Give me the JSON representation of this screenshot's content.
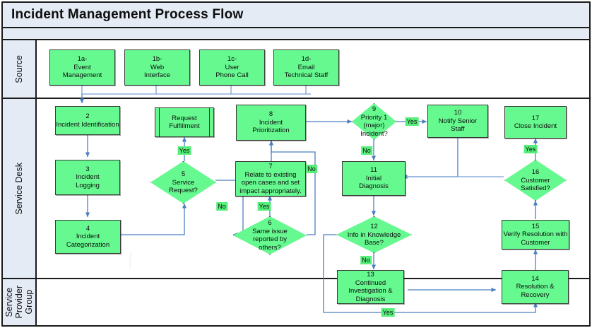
{
  "header": {
    "title": "Incident Management Process Flow"
  },
  "colors": {
    "node_fill": "#66f98f",
    "lane_header_fill": "#e4ebf5",
    "connector": "#6a92cf",
    "edge_label_fill": "#55ee7a",
    "border": "#333333"
  },
  "lanes": [
    {
      "id": "source",
      "label": "Source"
    },
    {
      "id": "service-desk",
      "label": "Service Desk"
    },
    {
      "id": "service-provider-group",
      "label": "Service\nProvider\nGroup"
    }
  ],
  "chart_data": {
    "type": "diagram",
    "title": "Incident Management Process Flow",
    "nodes": [
      {
        "id": "1a",
        "shape": "process",
        "lane": "source",
        "text": "1a-\nEvent\nManagement"
      },
      {
        "id": "1b",
        "shape": "process",
        "lane": "source",
        "text": "1b-\nWeb\nInterface"
      },
      {
        "id": "1c",
        "shape": "process",
        "lane": "source",
        "text": "1c-\nUser\nPhone Call"
      },
      {
        "id": "1d",
        "shape": "process",
        "lane": "source",
        "text": "1d-\nEmail\nTechnical Staff"
      },
      {
        "id": "2",
        "shape": "process",
        "lane": "service-desk",
        "text": "2\nIncident Identification"
      },
      {
        "id": "3",
        "shape": "process",
        "lane": "service-desk",
        "text": "3\nIncident\nLogging"
      },
      {
        "id": "4",
        "shape": "process",
        "lane": "service-desk",
        "text": "4\nIncident\nCategorization"
      },
      {
        "id": "5",
        "shape": "decision",
        "lane": "service-desk",
        "text": "5\nService\nRequest?"
      },
      {
        "id": "rf",
        "shape": "predefined-process",
        "lane": "service-desk",
        "text": "Request\nFulfillment"
      },
      {
        "id": "6",
        "shape": "decision",
        "lane": "service-desk",
        "text": "6\nSame issue\nreported by\nothers?"
      },
      {
        "id": "7",
        "shape": "process",
        "lane": "service-desk",
        "text": "7\nRelate to existing\nopen cases and set\nimpact appropriately."
      },
      {
        "id": "8",
        "shape": "process",
        "lane": "service-desk",
        "text": "8\nIncident\nPrioritization"
      },
      {
        "id": "9",
        "shape": "decision",
        "lane": "service-desk",
        "text": "9\nPriority 1\n(major)\nIncident?"
      },
      {
        "id": "10",
        "shape": "process",
        "lane": "service-desk",
        "text": "10\nNotify Senior\nStaff"
      },
      {
        "id": "11",
        "shape": "process",
        "lane": "service-desk",
        "text": "11\nInitial\nDiagnosis"
      },
      {
        "id": "12",
        "shape": "decision",
        "lane": "service-desk",
        "text": "12\nInfo in Knowledge\nBase?"
      },
      {
        "id": "13",
        "shape": "process",
        "lane": "service-desk",
        "text": "13\nContinued\nInvestigation &\nDiagnosis"
      },
      {
        "id": "14",
        "shape": "process",
        "lane": "service-provider-group",
        "text": "14\nResolution &\nRecovery"
      },
      {
        "id": "15",
        "shape": "process",
        "lane": "service-desk",
        "text": "15\nVerify Resolution with\nCustomer"
      },
      {
        "id": "16",
        "shape": "decision",
        "lane": "service-desk",
        "text": "16\nCustomer\nSatisfied?"
      },
      {
        "id": "17",
        "shape": "process",
        "lane": "service-desk",
        "text": "17\nClose Incident"
      }
    ],
    "edges": [
      {
        "from": "1a",
        "to": "2",
        "label": ""
      },
      {
        "from": "1b",
        "to": "2",
        "label": ""
      },
      {
        "from": "1c",
        "to": "2",
        "label": ""
      },
      {
        "from": "1d",
        "to": "2",
        "label": ""
      },
      {
        "from": "2",
        "to": "3",
        "label": ""
      },
      {
        "from": "3",
        "to": "4",
        "label": ""
      },
      {
        "from": "4",
        "to": "5",
        "label": ""
      },
      {
        "from": "5",
        "to": "rf",
        "label": "Yes"
      },
      {
        "from": "5",
        "to": "6",
        "label": "No"
      },
      {
        "from": "6",
        "to": "7",
        "label": "Yes"
      },
      {
        "from": "6",
        "to": "8",
        "label": "No"
      },
      {
        "from": "7",
        "to": "8",
        "label": ""
      },
      {
        "from": "8",
        "to": "9",
        "label": ""
      },
      {
        "from": "9",
        "to": "10",
        "label": "Yes"
      },
      {
        "from": "9",
        "to": "11",
        "label": "No"
      },
      {
        "from": "10",
        "to": "11",
        "label": ""
      },
      {
        "from": "11",
        "to": "12",
        "label": ""
      },
      {
        "from": "12",
        "to": "13",
        "label": "No"
      },
      {
        "from": "12",
        "to": "14",
        "label": "Yes"
      },
      {
        "from": "13",
        "to": "14",
        "label": ""
      },
      {
        "from": "14",
        "to": "15",
        "label": ""
      },
      {
        "from": "15",
        "to": "16",
        "label": ""
      },
      {
        "from": "16",
        "to": "17",
        "label": "Yes"
      },
      {
        "from": "16",
        "to": "11",
        "label": ""
      }
    ],
    "edge_labels": [
      "Yes",
      "No",
      "Yes",
      "No",
      "Yes",
      "Yes",
      "No",
      "No",
      "Yes"
    ]
  },
  "edge_labels": {
    "l5_yes": "Yes",
    "l5_no": "No",
    "l6_yes": "Yes",
    "l6_no": "No",
    "l9_yes": "Yes",
    "l9_no": "No",
    "l12_no": "No",
    "l12_yes": "Yes",
    "l16_yes": "Yes"
  },
  "nodes_text": {
    "n1a": "1a-\nEvent\nManagement",
    "n1b": "1b-\nWeb\nInterface",
    "n1c": "1c-\nUser\nPhone Call",
    "n1d": "1d-\nEmail\nTechnical Staff",
    "n2": "2\nIncident Identification",
    "n3": "3\nIncident\nLogging",
    "n4": "4\nIncident\nCategorization",
    "n5": "5\nService\nRequest?",
    "nrf": "Request\nFulfillment",
    "n6": "6\nSame issue\nreported by\nothers?",
    "n7": "7\nRelate to existing\nopen cases and set\nimpact appropriately.",
    "n8": "8\nIncident\nPrioritization",
    "n9": "9\nPriority 1\n(major)\nIncident?",
    "n10": "10\nNotify Senior\nStaff",
    "n11": "11\nInitial\nDiagnosis",
    "n12": "12\nInfo in Knowledge\nBase?",
    "n13": "13\nContinued\nInvestigation &\nDiagnosis",
    "n14": "14\nResolution &\nRecovery",
    "n15": "15\nVerify Resolution with\nCustomer",
    "n16": "16\nCustomer\nSatisfied?",
    "n17": "17\nClose Incident"
  }
}
